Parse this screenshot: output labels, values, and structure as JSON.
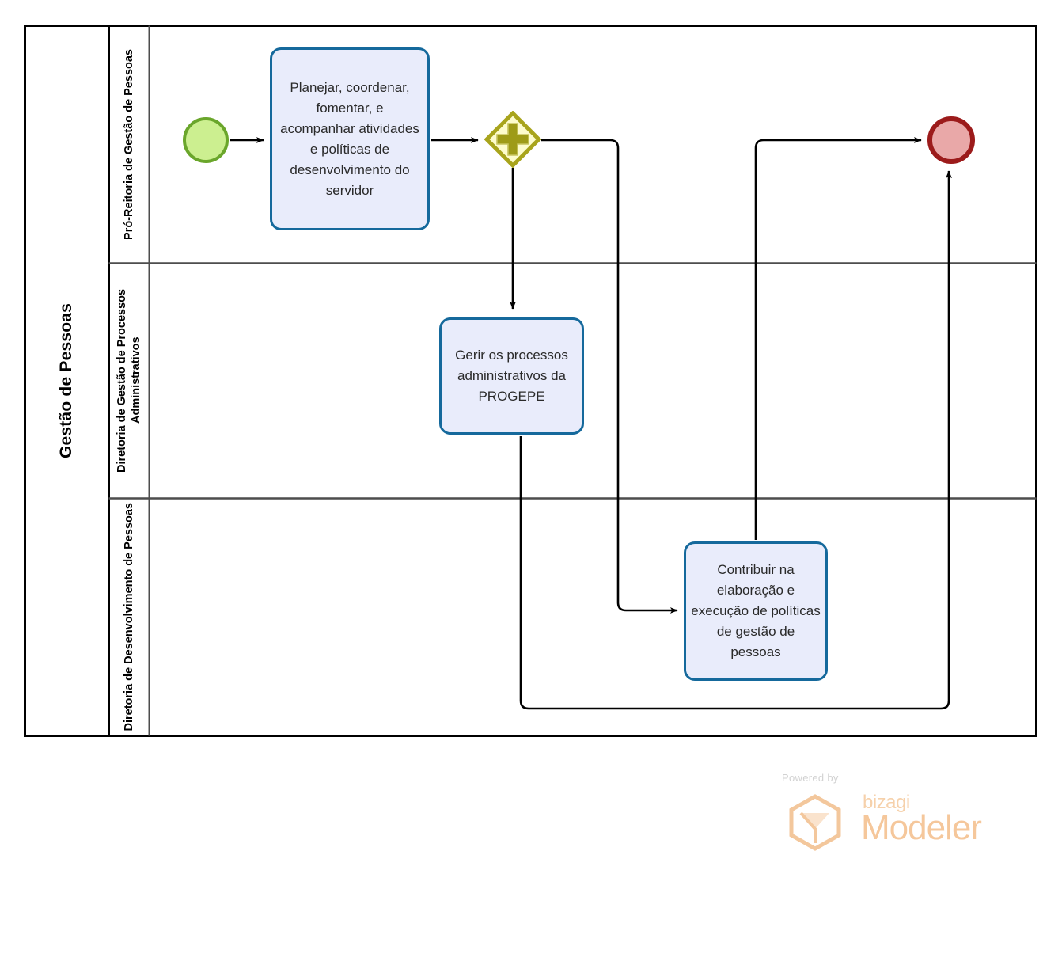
{
  "diagram": {
    "type": "bpmn-process",
    "pool": {
      "label": "Gestão de Pessoas"
    },
    "lanes": [
      {
        "id": "lane-pro-reitoria",
        "label": "Pró-Reitoria de Gestão de Pessoas"
      },
      {
        "id": "lane-gestao-processos",
        "label": "Diretoria de Gestão de Processos Administrativos"
      },
      {
        "id": "lane-desenvolvimento",
        "label": "Diretoria de Desenvolvimento de Pessoas"
      }
    ],
    "events": [
      {
        "id": "start-event",
        "name": "start-event",
        "kind": "start",
        "fill": "#ccef90",
        "stroke": "#6aa62b"
      },
      {
        "id": "end-event",
        "name": "end-event",
        "kind": "end",
        "fill": "#e9a8a8",
        "stroke": "#9c1b1b"
      }
    ],
    "gateway": {
      "id": "parallel-gateway",
      "kind": "parallel",
      "symbol": "+",
      "fill": "#fdfccd",
      "stroke": "#a8a41c"
    },
    "tasks": [
      {
        "id": "task-planejar",
        "lane": "lane-pro-reitoria",
        "label": "Planejar, coordenar, fomentar, e acompanhar atividades e políticas de desenvolvimento do servidor"
      },
      {
        "id": "task-gerir",
        "lane": "lane-gestao-processos",
        "label": "Gerir os processos administrativos da PROGEPE"
      },
      {
        "id": "task-contribuir",
        "lane": "lane-desenvolvimento",
        "label": "Contribuir na elaboração e execução de políticas de gestão de pessoas"
      }
    ],
    "flows": [
      {
        "from": "start-event",
        "to": "task-planejar"
      },
      {
        "from": "task-planejar",
        "to": "parallel-gateway"
      },
      {
        "from": "parallel-gateway",
        "to": "task-gerir"
      },
      {
        "from": "parallel-gateway",
        "to": "task-contribuir"
      },
      {
        "from": "task-contribuir",
        "to": "end-event"
      },
      {
        "from": "task-gerir",
        "to": "end-event"
      }
    ],
    "colors": {
      "task_fill": "#e9ecfb",
      "task_stroke": "#15699c",
      "pool_stroke": "#000000",
      "lane_stroke": "#4d4d4d",
      "connector": "#000000"
    }
  },
  "watermark": {
    "powered_by": "Powered by",
    "brand": "bizagi",
    "product": "Modeler"
  }
}
